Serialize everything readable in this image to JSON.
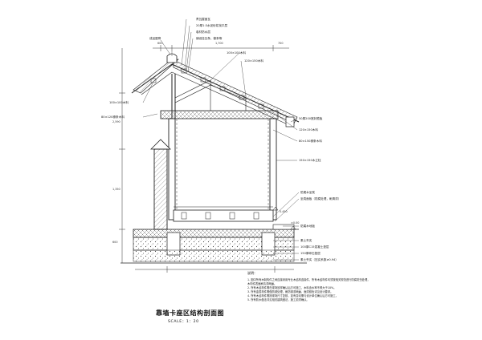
{
  "drawing": {
    "title": "靠墙卡座区结构剖面图",
    "scale": "SCALE：1：20"
  },
  "callouts_top": [
    "青瓦屋面瓦",
    "20厚1:3水泥砂浆找平层",
    "卷材防水层",
    "铺设挂瓦条、檩条等",
    "成品屋脊",
    "100×100木料",
    "120×150木料"
  ],
  "callouts_left": [
    "100×100木料",
    "80×120椽条木料"
  ],
  "callouts_right": [
    "50厚200宽封檐板",
    "120×150木料",
    "80×150椽条木料",
    "150×150木立柱"
  ],
  "callouts_bottom_right": [
    "防腐木坐凳",
    "坐凳面板（防腐处理，刷清漆）",
    "防腐木地板",
    "素土夯实",
    "100厚C15混凝土垫层",
    "150厚碎石垫层",
    "素土夯实（压实系数≥0.94）"
  ],
  "dimensions": {
    "top": [
      "600",
      "1,700",
      "700"
    ],
    "left": [
      "2,590",
      "1,350",
      "600"
    ],
    "floor": "±0.00",
    "level": "0.450"
  },
  "notes": {
    "heading": "说明：",
    "items": [
      "1. 图中所有木制构件之间连接采用专业木结构连接件，所有木结构件均须按相关规范进行防腐防虫处理，",
      "   木构件表面刷清漆两遍。",
      "2. 所有木结构件需在现场放样确认后方可施工，木料含水率不得大于18%。",
      "3. 所有金属构件需做防锈处理，刷防锈漆两遍，面漆颜色详见设计要求。",
      "4. 所有木结构件需按现场尺寸复核，如有变动需与设计单位确认后方可施工。",
      "5. 所有防水做法详见相关建筑做法，施工前须确认。"
    ]
  }
}
